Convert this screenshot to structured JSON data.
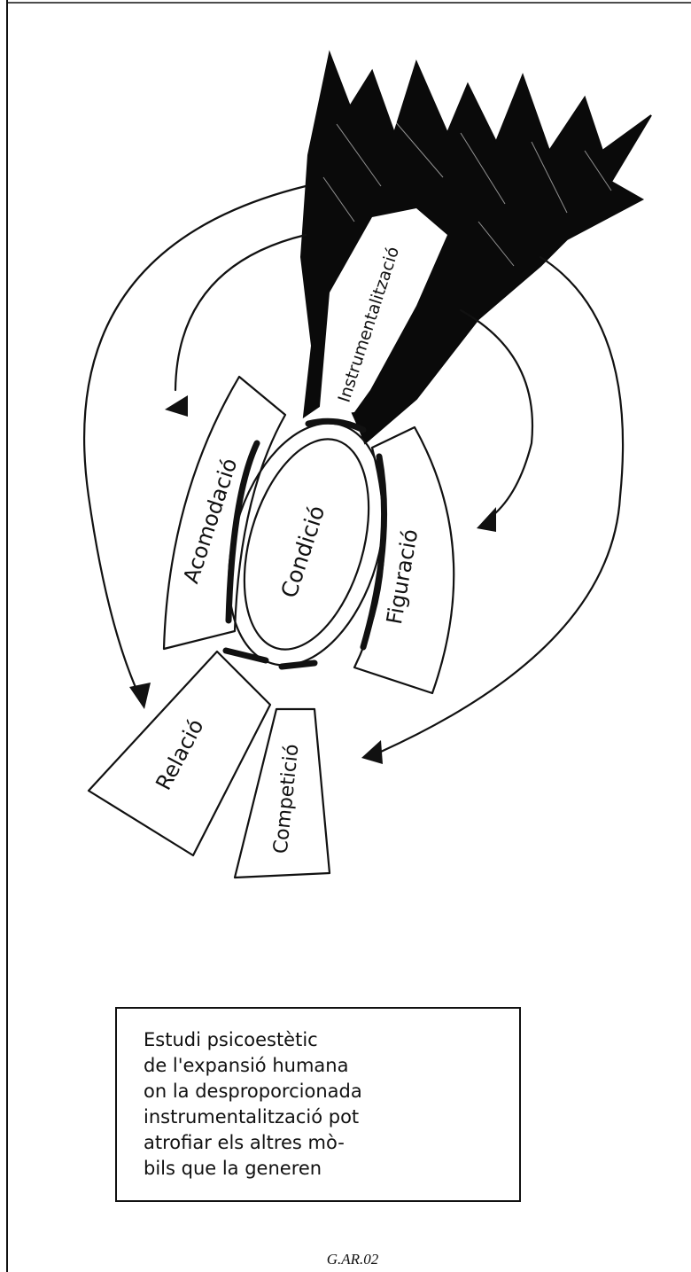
{
  "diagram": {
    "center_label": "Condició",
    "segments": {
      "instrumentalitzacio": "Instrumentalització",
      "acomodacio": "Acomodació",
      "figuracio": "Figuració",
      "relacio": "Relació",
      "competicio": "Competició"
    }
  },
  "note": {
    "lines": [
      "Estudi psicoestètic",
      "de l'expansió humana",
      "on la desproporcionada",
      "instrumentalització pot",
      "atrofiar els altres mò-",
      "bils que la generen"
    ]
  },
  "caption": "G.AR.02"
}
